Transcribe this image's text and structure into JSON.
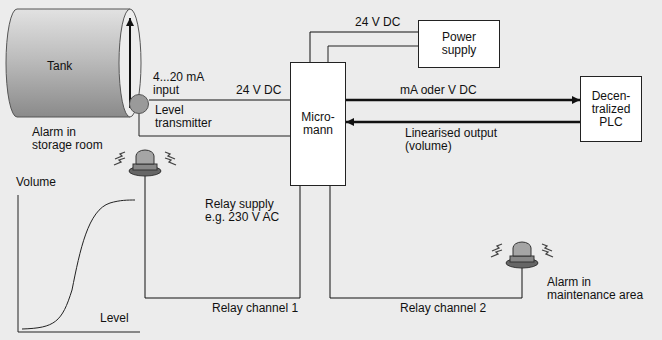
{
  "diagram": {
    "nodes": [
      {
        "text": [
          "Tank"
        ]
      },
      {
        "text": [
          "Level transmitter"
        ]
      },
      {
        "text": [
          "Micro- mann"
        ]
      },
      {
        "text": [
          "Power supply"
        ]
      },
      {
        "text": [
          "Decen- tralized PLC"
        ]
      },
      {
        "text": [
          "Alarm in storage room"
        ]
      },
      {
        "text": [
          "Alarm in maintenance area"
        ]
      }
    ],
    "edges": [
      {
        "from": 1,
        "to": 2,
        "arrow": "none",
        "label": "4...20 mA input"
      },
      {
        "from": 3,
        "to": 2,
        "arrow": "none",
        "label": "24 V DC"
      },
      {
        "from": 2,
        "to": 4,
        "arrow": "to",
        "label": "mA oder V DC"
      },
      {
        "from": 4,
        "to": 2,
        "arrow": "to",
        "label": "Linearised output (volume)"
      },
      {
        "from": 2,
        "to": 5,
        "arrow": "none",
        "label": "Relay channel 1"
      },
      {
        "from": 2,
        "to": 6,
        "arrow": "none",
        "label": "Relay channel 2"
      }
    ],
    "labels": [
      "24 V DC",
      "Relay supply e.g. 230 V AC",
      "Volume",
      "Level"
    ]
  }
}
